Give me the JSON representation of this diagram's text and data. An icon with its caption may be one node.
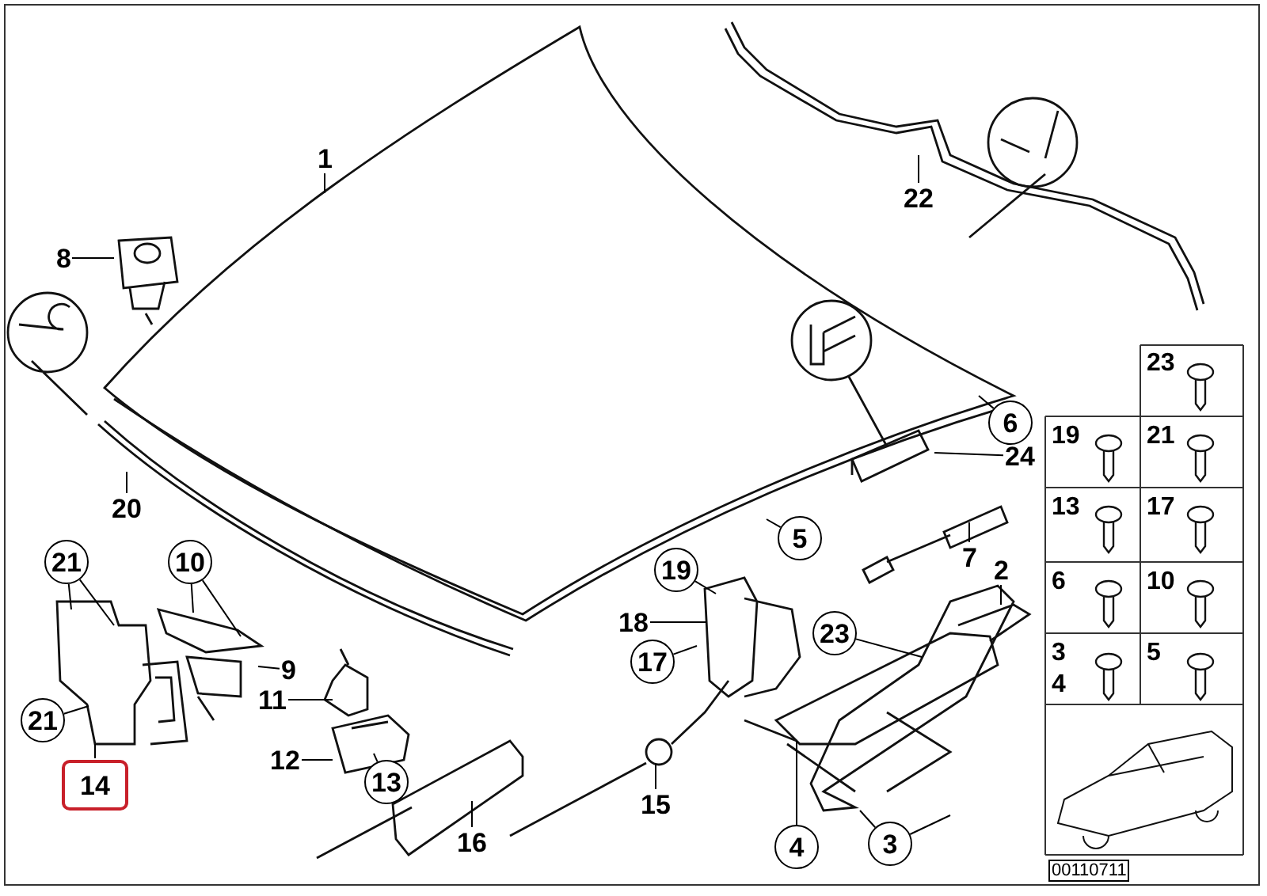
{
  "diagram": {
    "nodes": [
      {
        "text": [
          "1"
        ]
      },
      {
        "text": [
          "22"
        ]
      },
      {
        "text": [
          "8"
        ]
      },
      {
        "text": [
          "6"
        ]
      },
      {
        "text": [
          "24"
        ]
      },
      {
        "text": [
          "20"
        ]
      },
      {
        "text": [
          "5"
        ]
      },
      {
        "text": [
          "7"
        ]
      },
      {
        "text": [
          "21"
        ]
      },
      {
        "text": [
          "10"
        ]
      },
      {
        "text": [
          "19"
        ]
      },
      {
        "text": [
          "2"
        ]
      },
      {
        "text": [
          "18"
        ]
      },
      {
        "text": [
          "9"
        ]
      },
      {
        "text": [
          "23"
        ]
      },
      {
        "text": [
          "17"
        ]
      },
      {
        "text": [
          "21"
        ]
      },
      {
        "text": [
          "11"
        ]
      },
      {
        "text": [
          "14"
        ]
      },
      {
        "text": [
          "12"
        ]
      },
      {
        "text": [
          "13"
        ]
      },
      {
        "text": [
          "16"
        ]
      },
      {
        "text": [
          "15"
        ]
      },
      {
        "text": [
          "4"
        ]
      },
      {
        "text": [
          "3"
        ]
      }
    ],
    "edges": [
      {
        "from": 0,
        "to": null,
        "arrow": "none"
      },
      {
        "from": 1,
        "to": null,
        "arrow": "none"
      },
      {
        "from": 2,
        "to": null,
        "arrow": "none"
      },
      {
        "from": 3,
        "to": null,
        "arrow": "none"
      },
      {
        "from": 4,
        "to": null,
        "arrow": "none"
      },
      {
        "from": 5,
        "to": null,
        "arrow": "none"
      },
      {
        "from": 6,
        "to": null,
        "arrow": "none"
      },
      {
        "from": 7,
        "to": null,
        "arrow": "none"
      },
      {
        "from": 8,
        "to": null,
        "arrow": "none"
      },
      {
        "from": 8,
        "to": null,
        "arrow": "none"
      },
      {
        "from": 9,
        "to": null,
        "arrow": "none"
      },
      {
        "from": 9,
        "to": null,
        "arrow": "none"
      },
      {
        "from": 10,
        "to": null,
        "arrow": "none"
      },
      {
        "from": 11,
        "to": null,
        "arrow": "none"
      },
      {
        "from": 12,
        "to": null,
        "arrow": "none"
      },
      {
        "from": 13,
        "to": null,
        "arrow": "none"
      },
      {
        "from": 14,
        "to": null,
        "arrow": "none"
      },
      {
        "from": 15,
        "to": null,
        "arrow": "none"
      },
      {
        "from": 16,
        "to": null,
        "arrow": "none"
      },
      {
        "from": 17,
        "to": null,
        "arrow": "none"
      },
      {
        "from": 18,
        "to": null,
        "arrow": "none"
      },
      {
        "from": 19,
        "to": null,
        "arrow": "none"
      },
      {
        "from": 20,
        "to": null,
        "arrow": "none"
      },
      {
        "from": 21,
        "to": null,
        "arrow": "none"
      },
      {
        "from": 22,
        "to": null,
        "arrow": "none"
      },
      {
        "from": 23,
        "to": null,
        "arrow": "none"
      },
      {
        "from": 24,
        "to": null,
        "arrow": "none"
      },
      {
        "from": 24,
        "to": null,
        "arrow": "none"
      }
    ],
    "labels": [
      "23",
      "19",
      "21",
      "13",
      "17",
      "6",
      "10",
      "3",
      "4",
      "5",
      "00110711"
    ]
  }
}
